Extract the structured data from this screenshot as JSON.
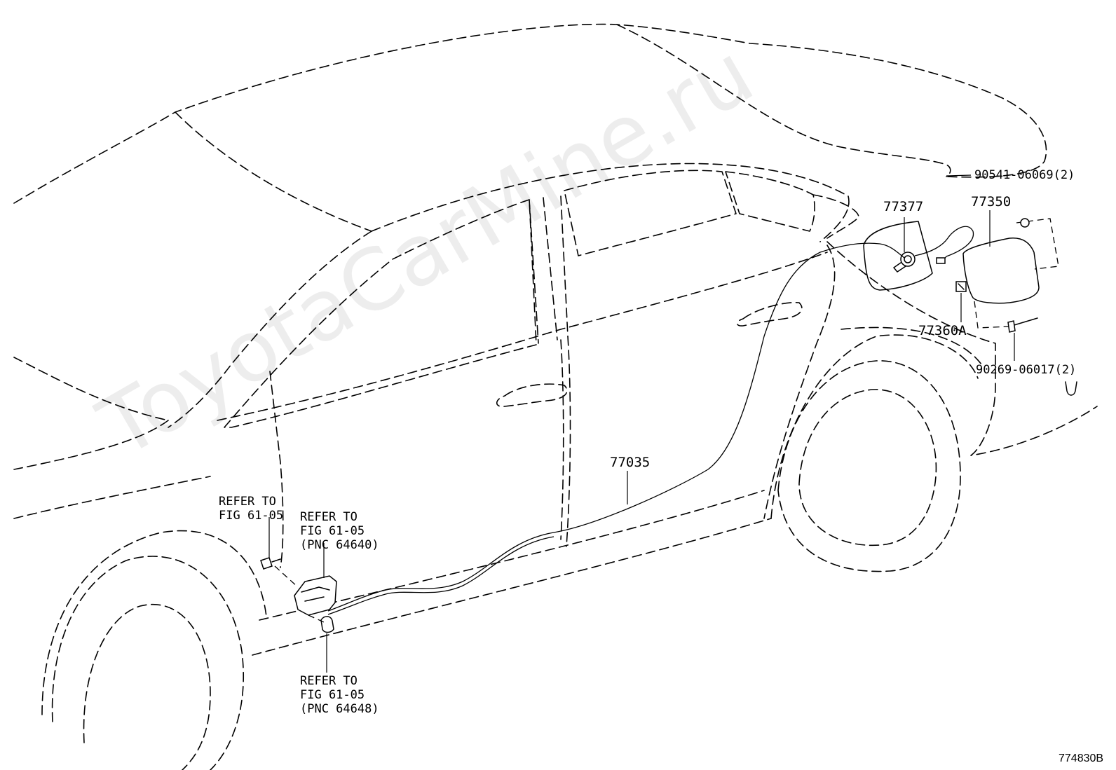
{
  "watermark": "ToyotaCarMine.ru",
  "figure_id": "774830B",
  "parts": {
    "p90541": "90541-06069(2)",
    "p77377": "77377",
    "p77350": "77350",
    "p77360A": "77360A",
    "p90269": "90269-06017(2)",
    "p77035": "77035"
  },
  "references": [
    {
      "lines": [
        "REFER TO",
        "FIG 61-05"
      ]
    },
    {
      "lines": [
        "REFER TO",
        "FIG 61-05",
        "(PNC 64640)"
      ]
    },
    {
      "lines": [
        "REFER TO",
        "FIG 61-05",
        "(PNC 64648)"
      ]
    }
  ]
}
